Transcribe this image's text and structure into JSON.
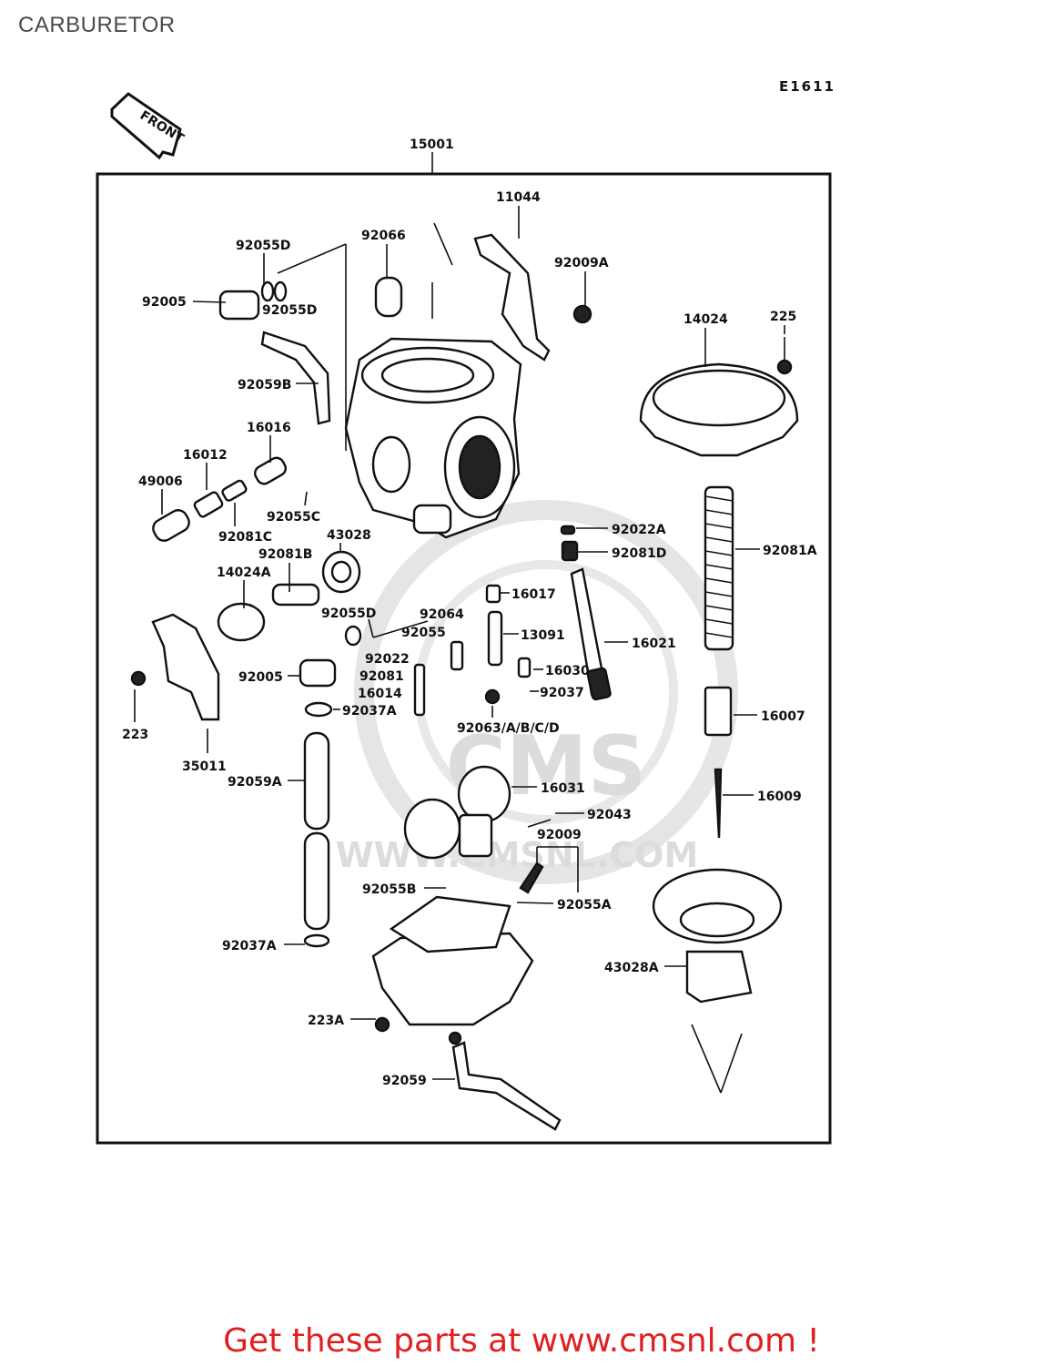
{
  "page": {
    "title": "CARBURETOR",
    "drawing_code": "E1611",
    "front_arrow_label": "FRONT",
    "watermark": {
      "brand": "CMS",
      "url": "WWW.CMSNL.COM"
    },
    "call_to_action": "Get these parts at www.cmsnl.com !",
    "cta_color": "#e02020"
  },
  "parts": [
    {
      "id": "15001",
      "name": "assembly-callout"
    },
    {
      "id": "11044"
    },
    {
      "id": "92066"
    },
    {
      "id": "92055D"
    },
    {
      "id": "92009A"
    },
    {
      "id": "92005"
    },
    {
      "id": "92055D"
    },
    {
      "id": "14024"
    },
    {
      "id": "225"
    },
    {
      "id": "92059B"
    },
    {
      "id": "16016"
    },
    {
      "id": "16012"
    },
    {
      "id": "49006"
    },
    {
      "id": "92055C"
    },
    {
      "id": "43028"
    },
    {
      "id": "92081C"
    },
    {
      "id": "92081B"
    },
    {
      "id": "92022A"
    },
    {
      "id": "92081D"
    },
    {
      "id": "92081A"
    },
    {
      "id": "14024A"
    },
    {
      "id": "16017"
    },
    {
      "id": "92055D"
    },
    {
      "id": "92064"
    },
    {
      "id": "92055"
    },
    {
      "id": "13091"
    },
    {
      "id": "16021"
    },
    {
      "id": "92022"
    },
    {
      "id": "16030"
    },
    {
      "id": "92005"
    },
    {
      "id": "92081"
    },
    {
      "id": "16014"
    },
    {
      "id": "92037"
    },
    {
      "id": "92037A"
    },
    {
      "id": "92063/A/B/C/D"
    },
    {
      "id": "223"
    },
    {
      "id": "16007"
    },
    {
      "id": "35011"
    },
    {
      "id": "92059A"
    },
    {
      "id": "16031"
    },
    {
      "id": "16009"
    },
    {
      "id": "92043"
    },
    {
      "id": "92009"
    },
    {
      "id": "92055B"
    },
    {
      "id": "92055A"
    },
    {
      "id": "92037A"
    },
    {
      "id": "43028A"
    },
    {
      "id": "223A"
    },
    {
      "id": "92059"
    }
  ]
}
